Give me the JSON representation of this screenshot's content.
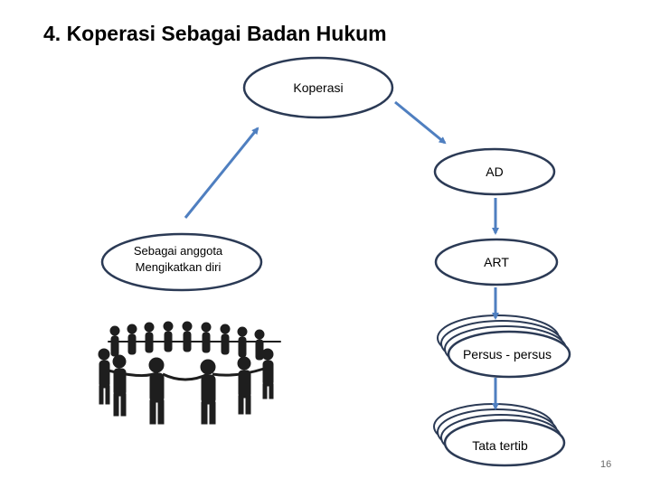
{
  "title": "4. Koperasi Sebagai Badan Hukum",
  "nodes": {
    "koperasi": "Koperasi",
    "ad": "AD",
    "art": "ART",
    "persus": "Persus - persus",
    "tata_tertib": "Tata tertib",
    "anggota_line1": "Sebagai anggota",
    "anggota_line2": "Mengikatkan diri"
  },
  "page_number": "16",
  "colors": {
    "node_border": "#2b3a55",
    "arrow": "#4f7fc0",
    "people": "#1e1e1e"
  }
}
